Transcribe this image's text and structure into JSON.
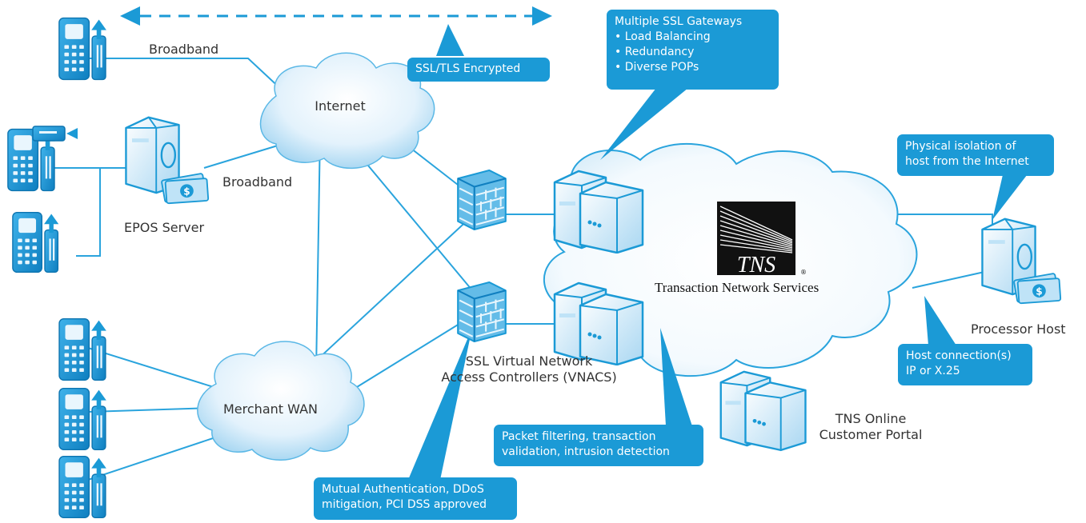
{
  "colors": {
    "accent": "#1b9ad6",
    "line": "#2aa4dd",
    "cloud_light": "#eef7fd",
    "cloud_dark": "#8fcbee",
    "text": "#333333"
  },
  "labels": {
    "broadband_top": "Broadband",
    "broadband_mid": "Broadband",
    "internet": "Internet",
    "epos_server": "EPOS Server",
    "merchant_wan": "Merchant WAN",
    "vnacs": [
      "SSL Virtual Network",
      "Access Controllers (VNACS)"
    ],
    "tns_name": "Transaction Network Services",
    "tns_logo": "TNS",
    "tns_registered": "®",
    "processor_host": "Processor Host",
    "tns_portal": [
      "TNS Online",
      "Customer Portal"
    ]
  },
  "callouts": {
    "ssl_encrypted": "SSL/TLS Encrypted",
    "gateways": [
      "Multiple SSL Gateways",
      "• Load Balancing",
      "• Redundancy",
      "• Diverse POPs"
    ],
    "isolation": [
      "Physical isolation of",
      "host from the Internet"
    ],
    "host_connection": [
      "Host connection(s)",
      "IP or X.25"
    ],
    "packet_filtering": [
      "Packet filtering, transaction",
      "validation, intrusion detection"
    ],
    "mutual_auth": [
      "Mutual Authentication, DDoS",
      "mitigation, PCI DSS approved"
    ]
  },
  "icons": [
    "pos-terminal-icon",
    "server-icon",
    "money-icon",
    "firewall-icon",
    "cloud-icon",
    "card-reader-icon"
  ]
}
